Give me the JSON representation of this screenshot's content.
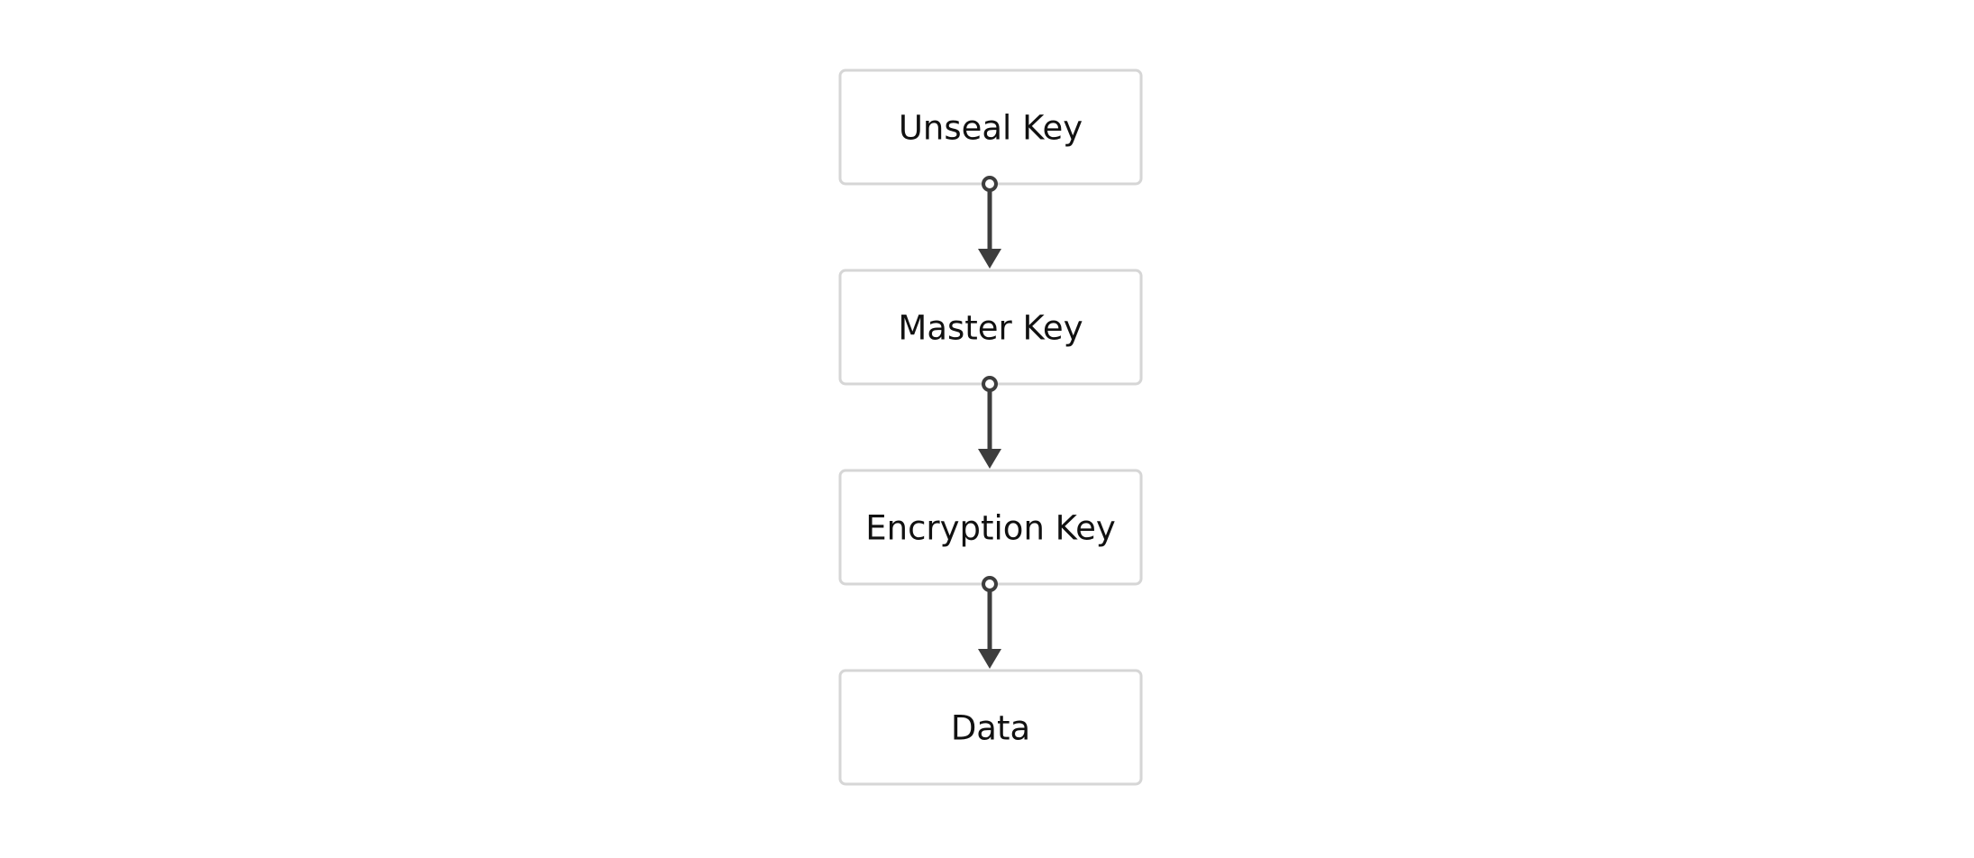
{
  "diagram": {
    "colors": {
      "box_border": "#d6d6d6",
      "box_fill": "#ffffff",
      "edge": "#3d3d3d",
      "text": "#111111"
    },
    "nodes": [
      {
        "id": "unseal-key",
        "label": "Unseal Key"
      },
      {
        "id": "master-key",
        "label": "Master Key"
      },
      {
        "id": "encryption-key",
        "label": "Encryption Key"
      },
      {
        "id": "data",
        "label": "Data"
      }
    ],
    "edges": [
      {
        "from": "unseal-key",
        "to": "master-key"
      },
      {
        "from": "master-key",
        "to": "encryption-key"
      },
      {
        "from": "encryption-key",
        "to": "data"
      }
    ]
  }
}
